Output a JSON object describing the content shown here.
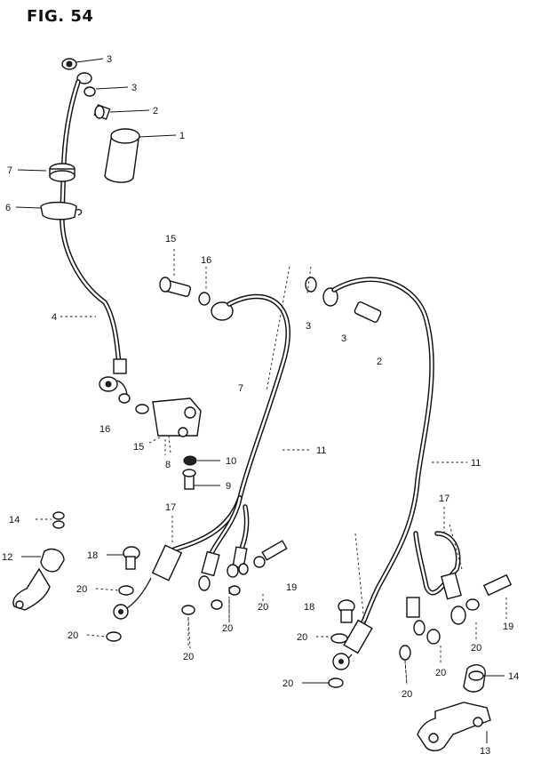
{
  "figure_title": "FIG. 54",
  "callouts": [
    {
      "id": "c-3a",
      "text": "3"
    },
    {
      "id": "c-3b",
      "text": "3"
    },
    {
      "id": "c-2a",
      "text": "2"
    },
    {
      "id": "c-1",
      "text": "1"
    },
    {
      "id": "c-7a",
      "text": "7"
    },
    {
      "id": "c-6",
      "text": "6"
    },
    {
      "id": "c-4",
      "text": "4"
    },
    {
      "id": "c-15a",
      "text": "15"
    },
    {
      "id": "c-16a",
      "text": "16"
    },
    {
      "id": "c-3c",
      "text": "3"
    },
    {
      "id": "c-3d",
      "text": "3"
    },
    {
      "id": "c-2b",
      "text": "2"
    },
    {
      "id": "c-7b",
      "text": "7"
    },
    {
      "id": "c-16b",
      "text": "16"
    },
    {
      "id": "c-15b",
      "text": "15"
    },
    {
      "id": "c-8",
      "text": "8"
    },
    {
      "id": "c-10",
      "text": "10"
    },
    {
      "id": "c-9",
      "text": "9"
    },
    {
      "id": "c-11a",
      "text": "11"
    },
    {
      "id": "c-11b",
      "text": "11"
    },
    {
      "id": "c-17a",
      "text": "17"
    },
    {
      "id": "c-17b",
      "text": "17"
    },
    {
      "id": "c-14a",
      "text": "14"
    },
    {
      "id": "c-12",
      "text": "12"
    },
    {
      "id": "c-18a",
      "text": "18"
    },
    {
      "id": "c-20a",
      "text": "20"
    },
    {
      "id": "c-20b",
      "text": "20"
    },
    {
      "id": "c-20c",
      "text": "20"
    },
    {
      "id": "c-20d",
      "text": "20"
    },
    {
      "id": "c-20e",
      "text": "20"
    },
    {
      "id": "c-19a",
      "text": "19"
    },
    {
      "id": "c-18b",
      "text": "18"
    },
    {
      "id": "c-20f",
      "text": "20"
    },
    {
      "id": "c-20g",
      "text": "20"
    },
    {
      "id": "c-20h",
      "text": "20"
    },
    {
      "id": "c-20i",
      "text": "20"
    },
    {
      "id": "c-20j",
      "text": "20"
    },
    {
      "id": "c-19b",
      "text": "19"
    },
    {
      "id": "c-14b",
      "text": "14"
    },
    {
      "id": "c-13",
      "text": "13"
    }
  ]
}
